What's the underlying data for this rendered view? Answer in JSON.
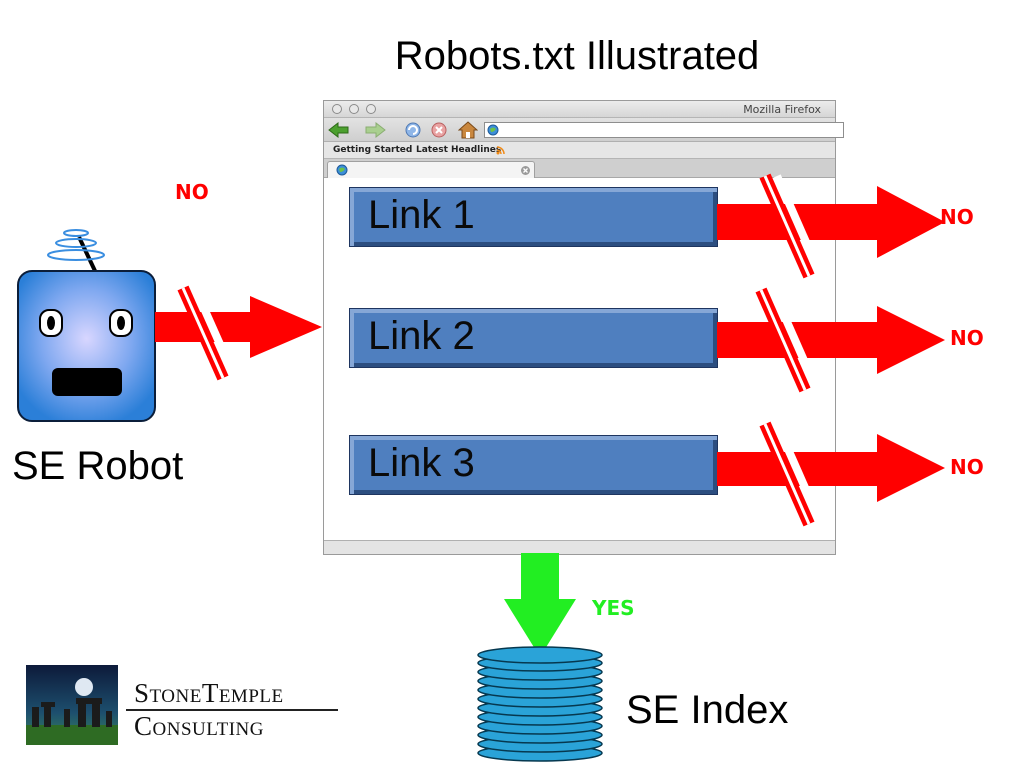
{
  "title": "Robots.txt Illustrated",
  "browser": {
    "window_title": "Mozilla Firefox",
    "bookmarks": [
      "Getting Started",
      "Latest Headlines"
    ]
  },
  "links": [
    {
      "label": "Link 1"
    },
    {
      "label": "Link 2"
    },
    {
      "label": "Link 3"
    }
  ],
  "robot": {
    "label": "SE Robot",
    "status": "NO"
  },
  "link_status": [
    "NO",
    "NO",
    "NO"
  ],
  "index": {
    "label": "SE Index",
    "status": "YES"
  },
  "logo": {
    "line1": "StoneTemple",
    "line2": "Consulting"
  },
  "colors": {
    "blocked_arrow": "#ff0000",
    "allowed_arrow": "#22ee22",
    "link_fill": "#4f7fbf",
    "robot_body": "#3a8ee0",
    "index_disks": "#2aa3d8"
  }
}
